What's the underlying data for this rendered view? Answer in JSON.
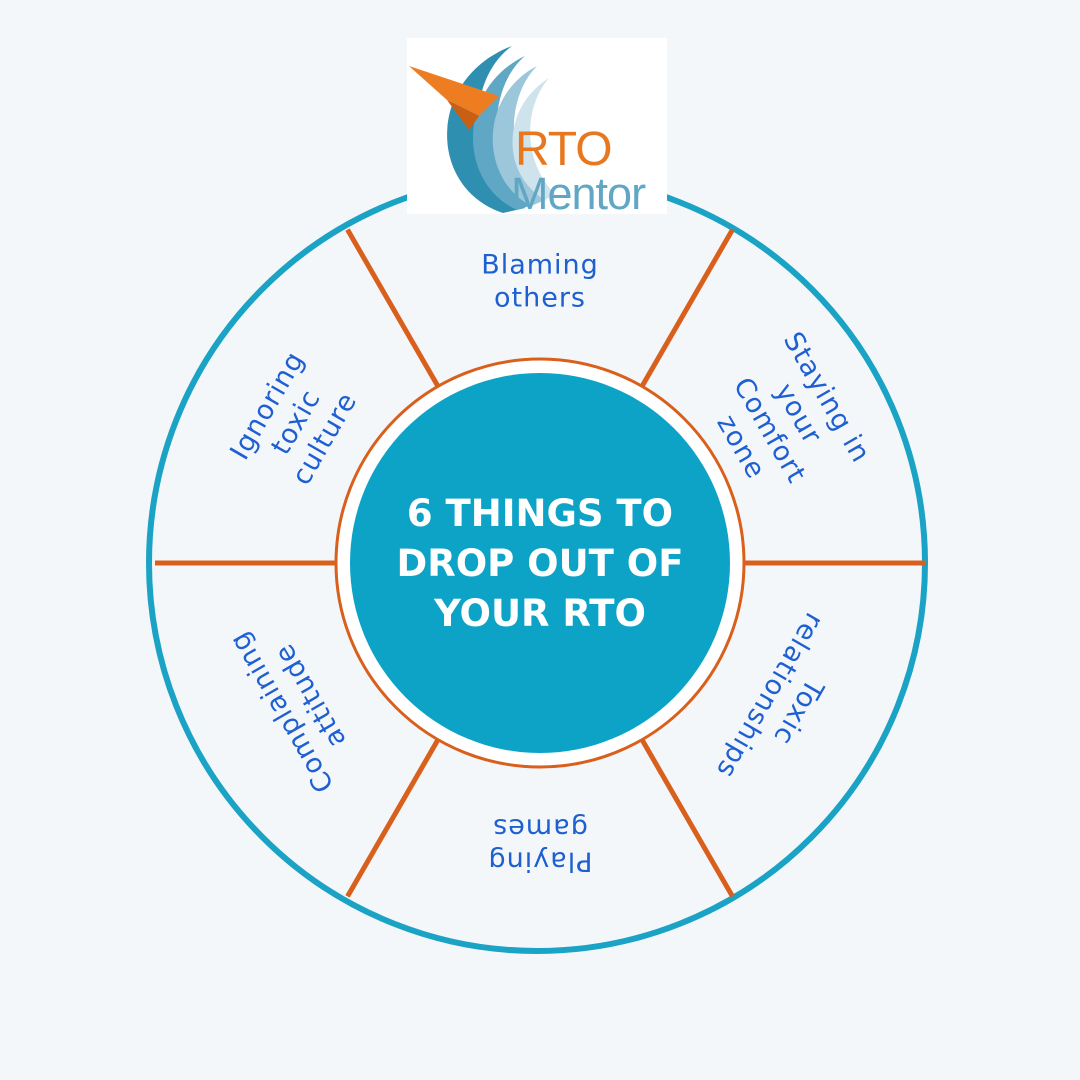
{
  "logo": {
    "line1": "RTO",
    "line2": "Mentor",
    "colors": {
      "rto": "#e8781f",
      "mentor": "#5fa7c4",
      "swoosh": "#2f8fb0",
      "swoosh_light": "#b9d6e4",
      "arrow": "#ee7d22"
    }
  },
  "center": {
    "lines": [
      "6 THINGS TO",
      "DROP OUT OF",
      "YOUR RTO"
    ]
  },
  "segments": [
    {
      "id": "top",
      "lines": [
        "Blaming",
        "others"
      ]
    },
    {
      "id": "top-right",
      "lines": [
        "Staying  in",
        "your",
        "Comfort",
        "zone"
      ]
    },
    {
      "id": "bottom-right",
      "lines": [
        "Toxic",
        "relationships"
      ]
    },
    {
      "id": "bottom",
      "lines": [
        "Playing",
        "games"
      ]
    },
    {
      "id": "bottom-left",
      "lines": [
        "Complaining",
        "attitude"
      ]
    },
    {
      "id": "top-left",
      "lines": [
        "Ignoring",
        "toxic",
        "culture"
      ]
    }
  ],
  "colors": {
    "outer_ring": "#1aa3c4",
    "dividers": "#d9601c",
    "inner_ring": "#d9601c",
    "center_fill": "#0da3c7",
    "center_text": "#ffffff",
    "segment_text": "#1e5fd1",
    "segment_fill": "#f4f7fa"
  }
}
